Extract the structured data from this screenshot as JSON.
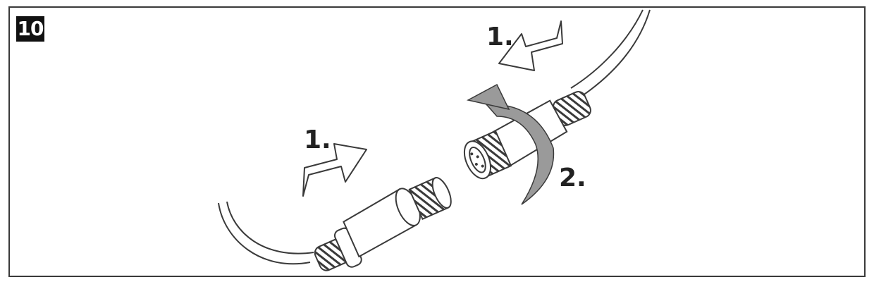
{
  "figure": {
    "step_number": "10",
    "labels": {
      "push_right": "1.",
      "push_left": "1.",
      "twist": "2."
    }
  },
  "icons": [
    "arrow-right-icon",
    "arrow-left-icon",
    "rotate-arrow-icon",
    "male-connector",
    "female-connector",
    "cable"
  ],
  "colors": {
    "line": "#3a3a3a",
    "rotate_arrow": "#9a9a9a",
    "badge_bg": "#111111"
  }
}
